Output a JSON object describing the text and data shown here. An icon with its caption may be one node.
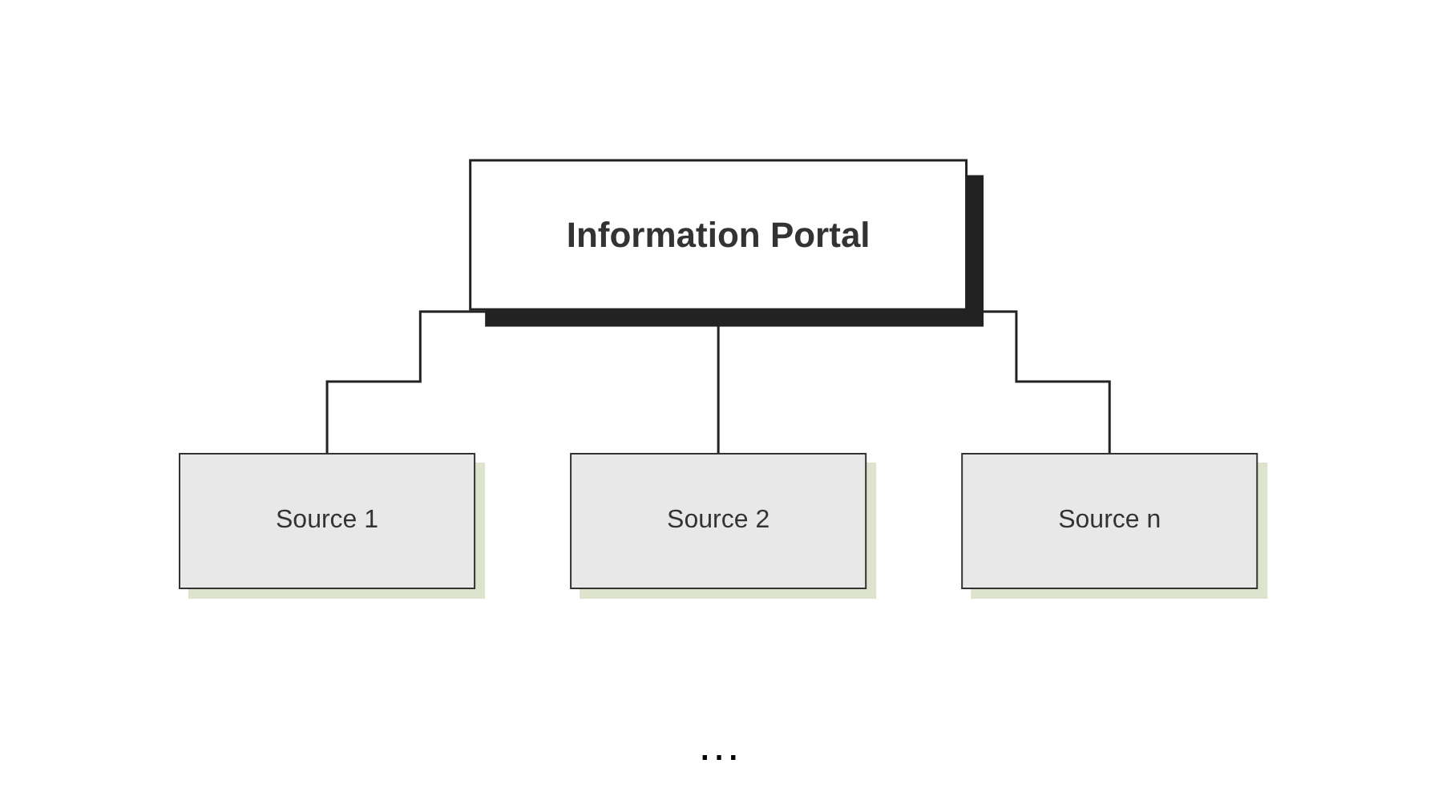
{
  "diagram": {
    "nodes": [
      {
        "text": [
          "Information Portal"
        ]
      },
      {
        "text": [
          "Source 1"
        ]
      },
      {
        "text": [
          "Source 2"
        ]
      },
      {
        "text": [
          "Source n"
        ]
      }
    ],
    "edges": [
      {
        "from": 1,
        "to": 0,
        "arrow": "to"
      },
      {
        "from": 2,
        "to": 0,
        "arrow": "to"
      },
      {
        "from": 3,
        "to": 0,
        "arrow": "to"
      }
    ],
    "labels": [
      "…"
    ]
  }
}
